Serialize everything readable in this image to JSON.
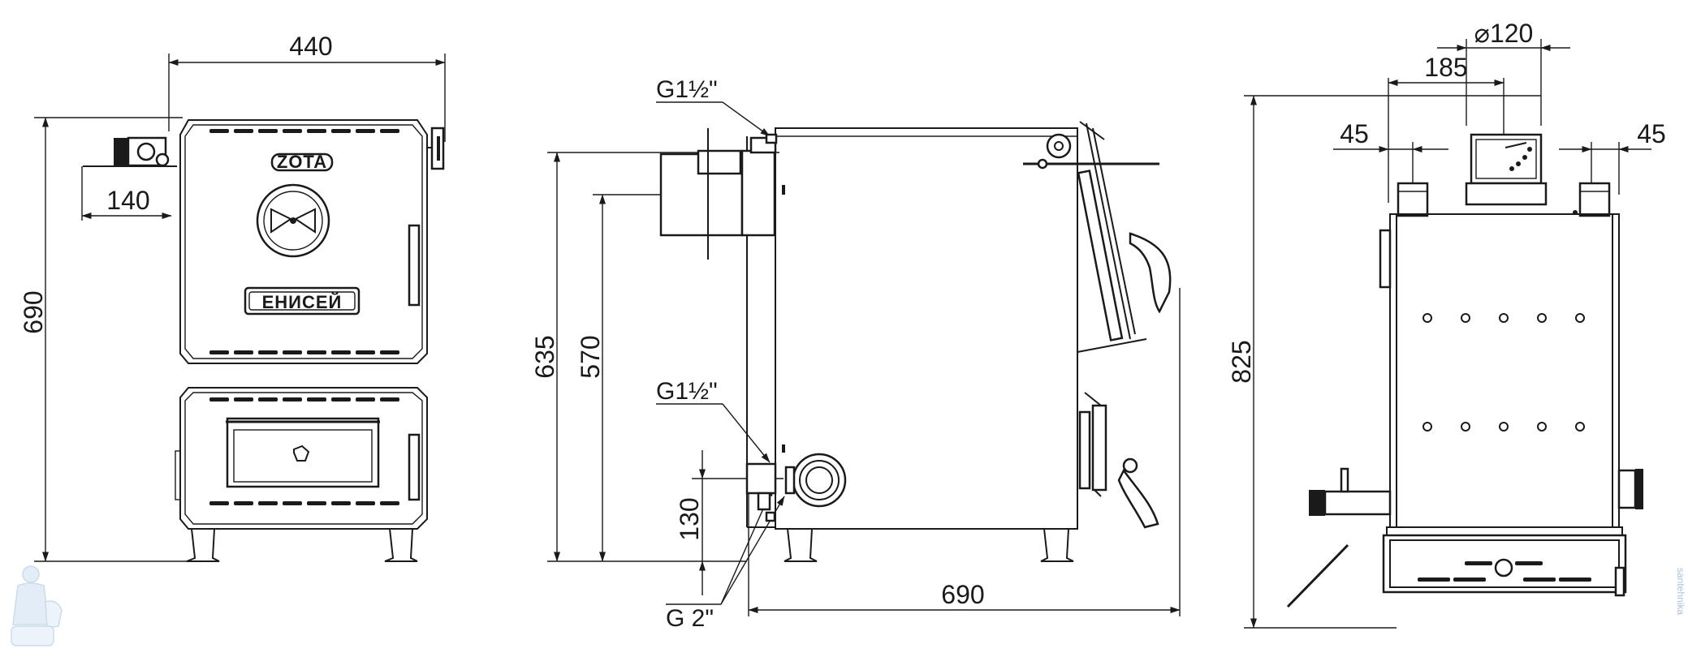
{
  "front_view": {
    "width_dim": "440",
    "height_dim": "690",
    "handle_dim": "140",
    "logo_label": "ZOTA",
    "nameplate": "ЕНИСЕЙ"
  },
  "side_view": {
    "top_thread": "G1½\"",
    "mid_thread": "G1½\"",
    "bottom_thread": "G 2\"",
    "height_635": "635",
    "height_570": "570",
    "height_130": "130",
    "depth_dim": "690"
  },
  "rear_view": {
    "flue_dim": "⌀120",
    "flue_offset_dim": "185",
    "left_offset_dim": "45",
    "right_offset_dim": "45",
    "height_dim": "825"
  },
  "watermark": {
    "text": "santehnika"
  }
}
